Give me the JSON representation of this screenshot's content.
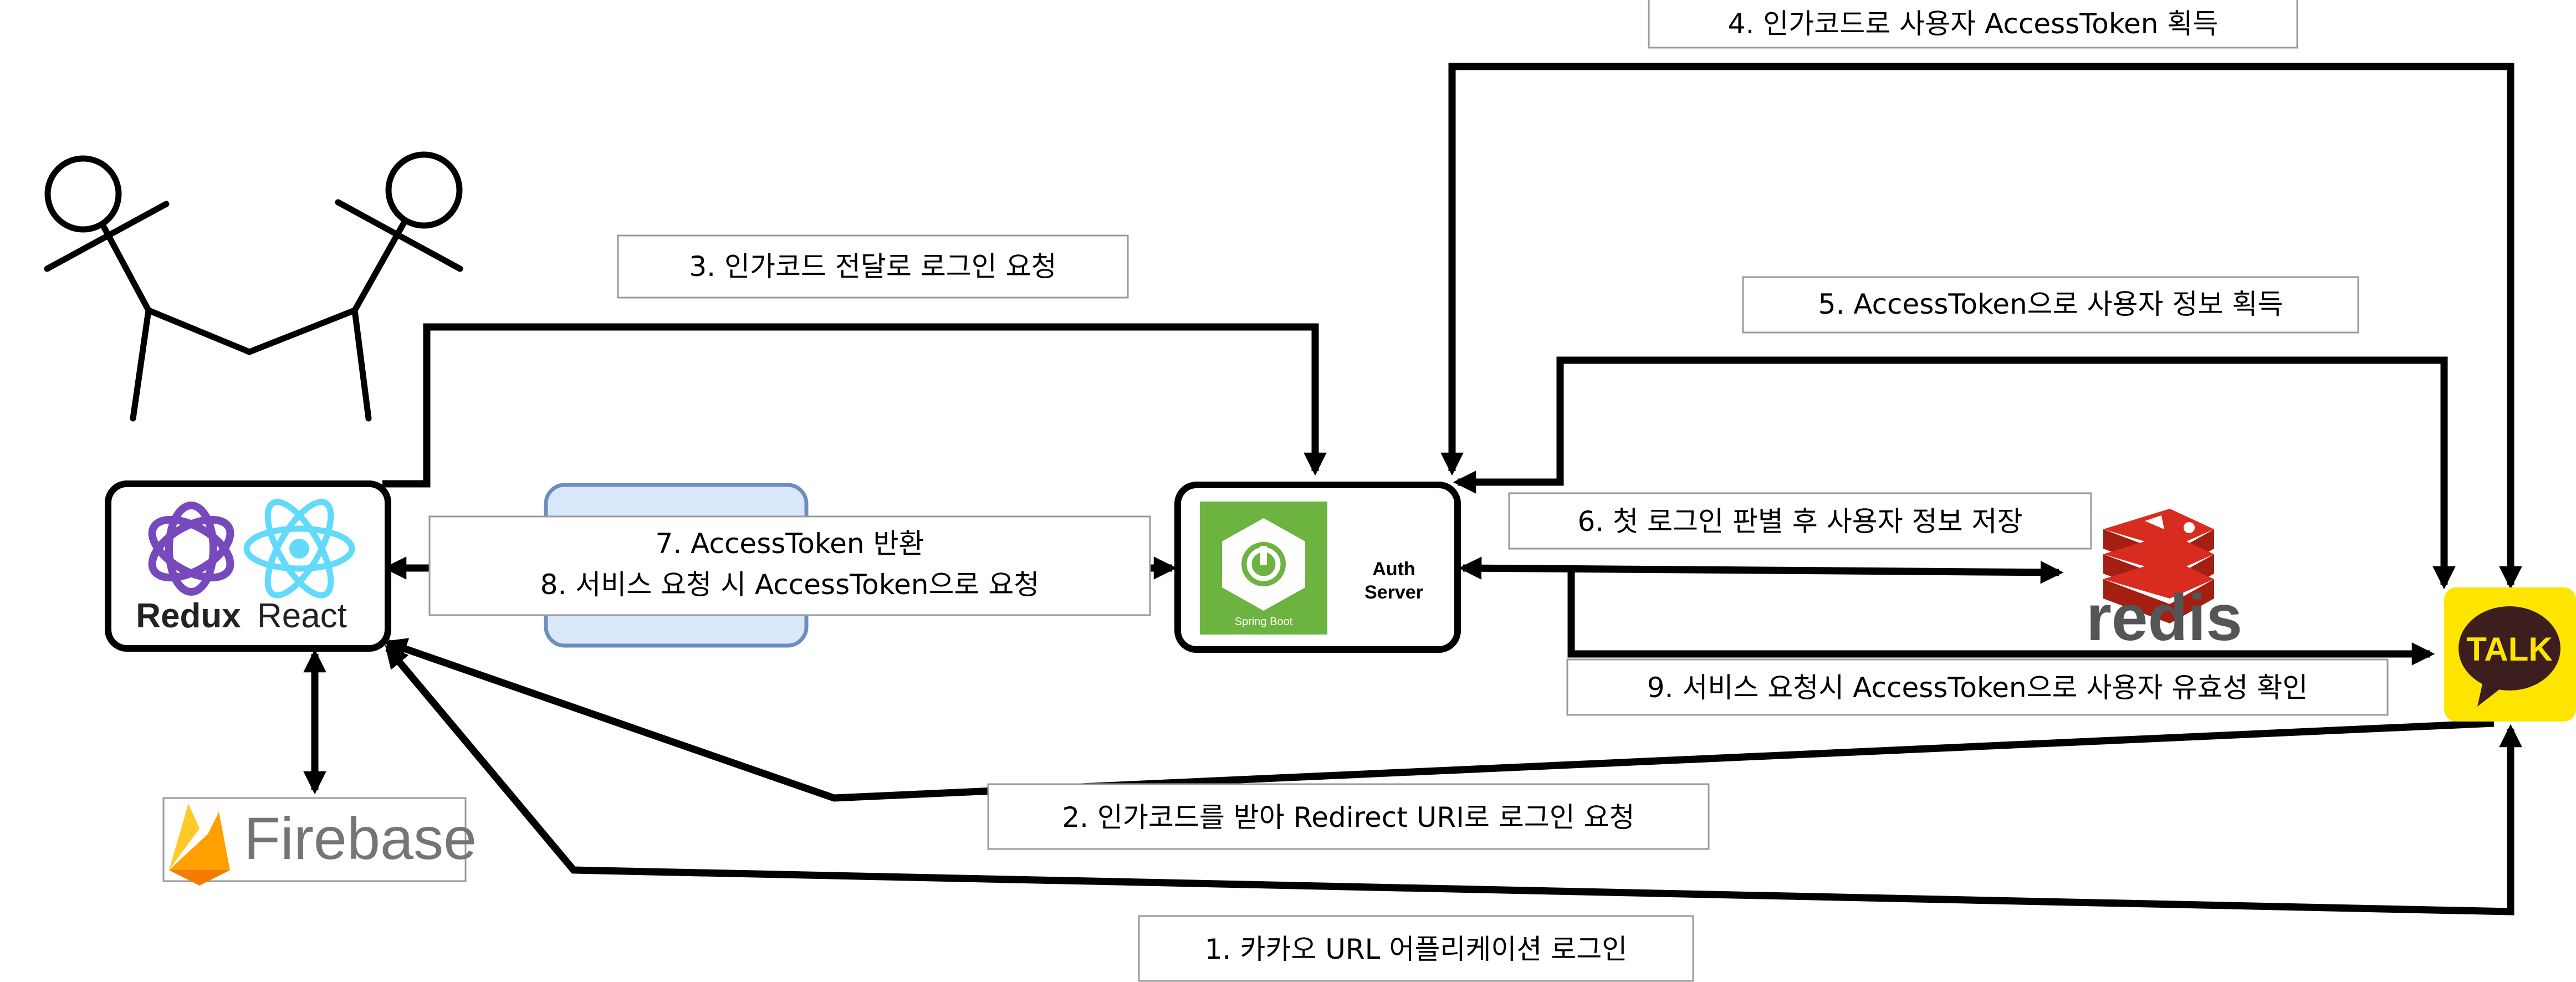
{
  "nodes": {
    "frontend": {
      "redux": "Redux",
      "react": "React"
    },
    "auth_server": {
      "spring_boot": "Spring Boot",
      "line1": "Auth",
      "line2": "Server"
    },
    "firebase": "Firebase",
    "redis": "redis",
    "kakao": "TALK"
  },
  "steps": {
    "s1": "1. 카카오 URL 어플리케이션 로그인",
    "s2": "2. 인가코드를 받아 Redirect URI로 로그인 요청",
    "s3": "3. 인가코드 전달로 로그인 요청",
    "s4": "4. 인가코드로 사용자 AccessToken 획득",
    "s5": "5. AccessToken으로 사용자 정보 획득",
    "s6": "6. 첫 로그인 판별 후 사용자 정보 저장",
    "s7": "7. AccessToken 반환",
    "s8": "8. 서비스 요청 시 AccessToken으로 요청",
    "s9": "9. 서비스 요청시 AccessToken으로 사용자 유효성 확인"
  },
  "colors": {
    "react": "#61dafb",
    "redux": "#764abc",
    "spring": "#6db33f",
    "redis": "#d82c20",
    "kakao": "#fee500",
    "firebase": "#ffa000",
    "overlay_fill": "#dae8fc",
    "overlay_stroke": "#6c8ebf"
  },
  "icons": [
    "stick-figure-icon",
    "redux-icon",
    "react-icon",
    "spring-boot-icon",
    "firebase-icon",
    "redis-icon",
    "kakaotalk-icon"
  ]
}
